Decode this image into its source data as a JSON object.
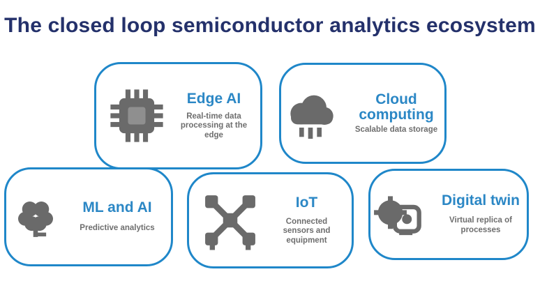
{
  "title": "The closed loop semiconductor analytics ecosystem",
  "colors": {
    "title_navy": "#24316b",
    "accent_blue_border": "#1f87c9",
    "heading_blue": "#2b87c5",
    "icon_gray": "#6a6a6a",
    "caption_gray": "#6e6e6e",
    "background": "#ffffff"
  },
  "cards": [
    {
      "id": "edge-ai",
      "title": "Edge AI",
      "caption": "Real-time data processing at the edge",
      "icon": "chip-icon"
    },
    {
      "id": "cloud-computing",
      "title": "Cloud computing",
      "caption": "Scalable data storage",
      "icon": "cloud-icon"
    },
    {
      "id": "ml-and-ai",
      "title": "ML and AI",
      "caption": "Predictive analytics",
      "icon": "brain-icon"
    },
    {
      "id": "iot",
      "title": "IoT",
      "caption": "Connected sensors and equipment",
      "icon": "network-icon"
    },
    {
      "id": "digital-twin",
      "title": "Digital twin",
      "caption": "Virtual replica of processes",
      "icon": "twin-icon"
    }
  ]
}
